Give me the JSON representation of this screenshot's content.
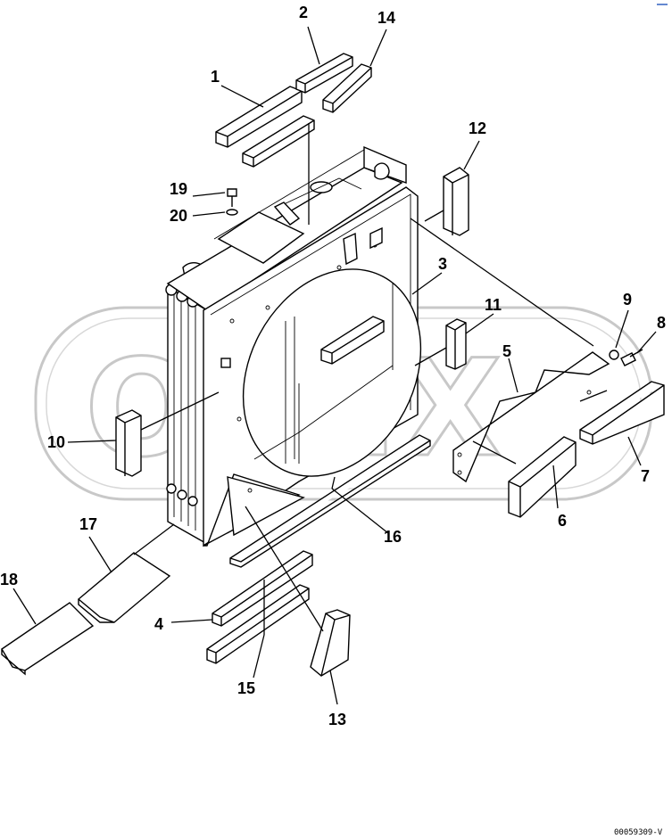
{
  "watermark": {
    "text": "OPEX",
    "color": "#c8c8c8"
  },
  "doc_number": "00059309-V",
  "callouts": [
    {
      "id": "c1",
      "label": "1"
    },
    {
      "id": "c2",
      "label": "2"
    },
    {
      "id": "c3",
      "label": "3"
    },
    {
      "id": "c4",
      "label": "4"
    },
    {
      "id": "c5",
      "label": "5"
    },
    {
      "id": "c6",
      "label": "6"
    },
    {
      "id": "c7",
      "label": "7"
    },
    {
      "id": "c8",
      "label": "8"
    },
    {
      "id": "c9",
      "label": "9"
    },
    {
      "id": "c10",
      "label": "10"
    },
    {
      "id": "c11",
      "label": "11"
    },
    {
      "id": "c12",
      "label": "12"
    },
    {
      "id": "c13",
      "label": "13"
    },
    {
      "id": "c14",
      "label": "14"
    },
    {
      "id": "c15",
      "label": "15"
    },
    {
      "id": "c16",
      "label": "16"
    },
    {
      "id": "c17",
      "label": "17"
    },
    {
      "id": "c18",
      "label": "18"
    },
    {
      "id": "c19",
      "label": "19"
    },
    {
      "id": "c20",
      "label": "20"
    }
  ]
}
